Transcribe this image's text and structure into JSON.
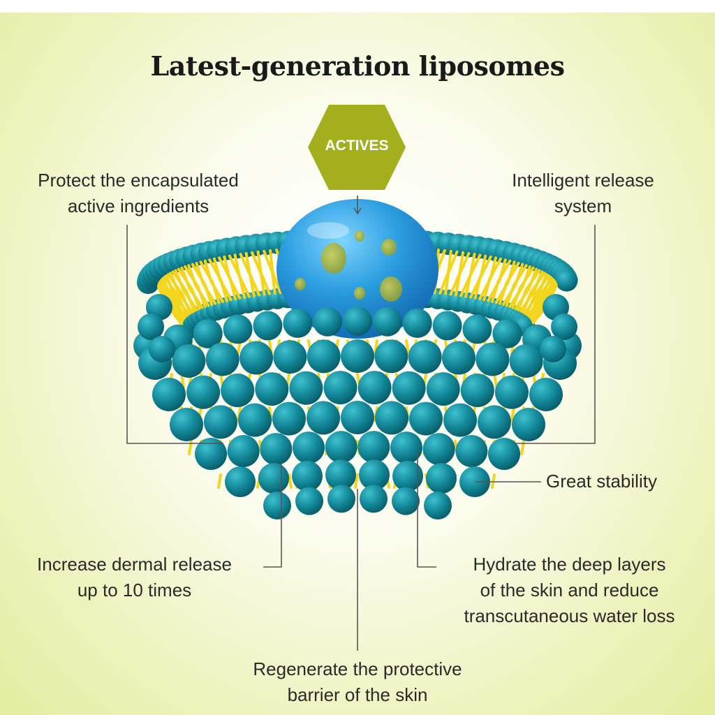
{
  "title": "Latest-generation liposomes",
  "actives_label": "ACTIVES",
  "callouts": {
    "protect": [
      "Protect the encapsulated",
      "active ingredients"
    ],
    "release_system": [
      "Intelligent release",
      "system"
    ],
    "stability": "Great stability",
    "dermal": [
      "Increase dermal release",
      "up to 10 times"
    ],
    "hydrate": [
      "Hydrate the deep layers",
      "of the skin and reduce",
      "transcutaneous water loss"
    ],
    "regenerate": [
      "Regenerate the protective",
      "barrier of the skin"
    ]
  },
  "colors": {
    "hexagon": "#a3af1c",
    "lipid_head": "#13899a",
    "lipid_tail": "#f2d51c",
    "core": "#2b9de0",
    "line": "#555555"
  }
}
